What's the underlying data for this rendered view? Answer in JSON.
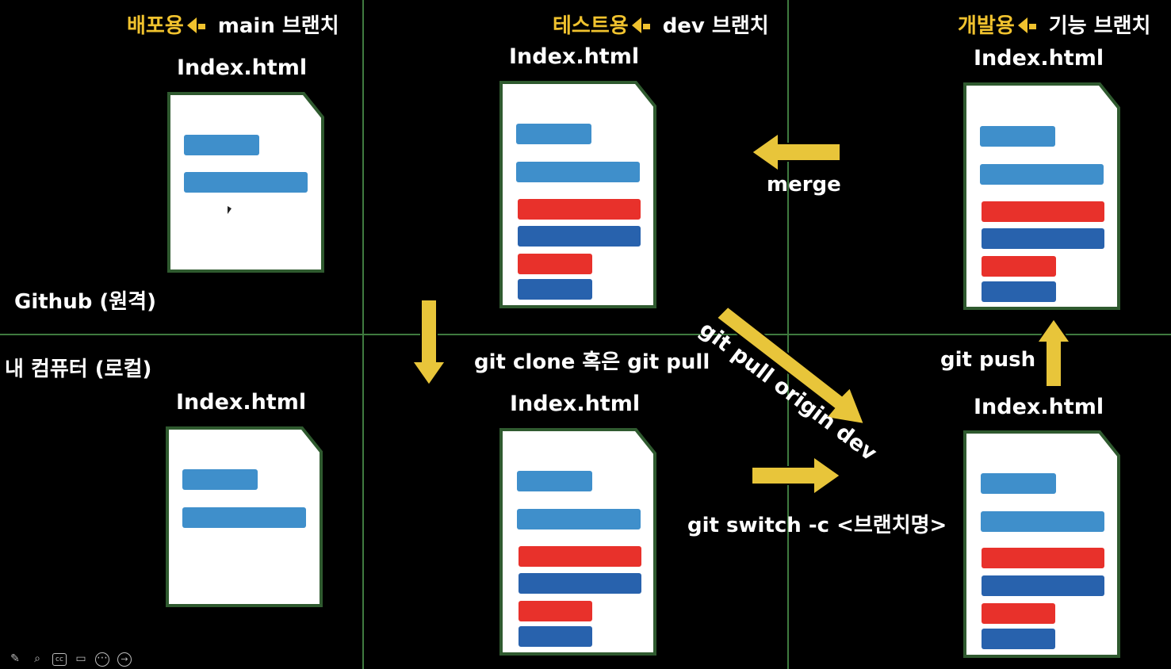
{
  "headers": {
    "main": {
      "label": "배포용",
      "branch": "main 브랜치"
    },
    "dev": {
      "label": "테스트용",
      "branch": "dev 브랜치"
    },
    "feature": {
      "label": "개발용",
      "branch": "기능 브랜치"
    }
  },
  "file_name": "Index.html",
  "regions": {
    "remote": "Github (원격)",
    "local": "내 컴퓨터 (로컬)"
  },
  "commands": {
    "clone": "git clone 혹은 git pull",
    "merge": "merge",
    "pull_origin": "git pull origin dev",
    "push": "git push",
    "switch": "git switch -c <브랜치명>"
  },
  "colors": {
    "background": "#000000",
    "grid_line": "#3f7a3f",
    "accent_yellow": "#f0c22e",
    "doc_border": "#2f5a2f",
    "bar_light_blue": "#3f8fcb",
    "bar_red": "#e8312b",
    "bar_dark_blue": "#2862ad"
  },
  "toolbar_icons": [
    "pen-icon",
    "zoom-icon",
    "captions-icon",
    "camera-icon",
    "more-icon",
    "next-icon"
  ]
}
